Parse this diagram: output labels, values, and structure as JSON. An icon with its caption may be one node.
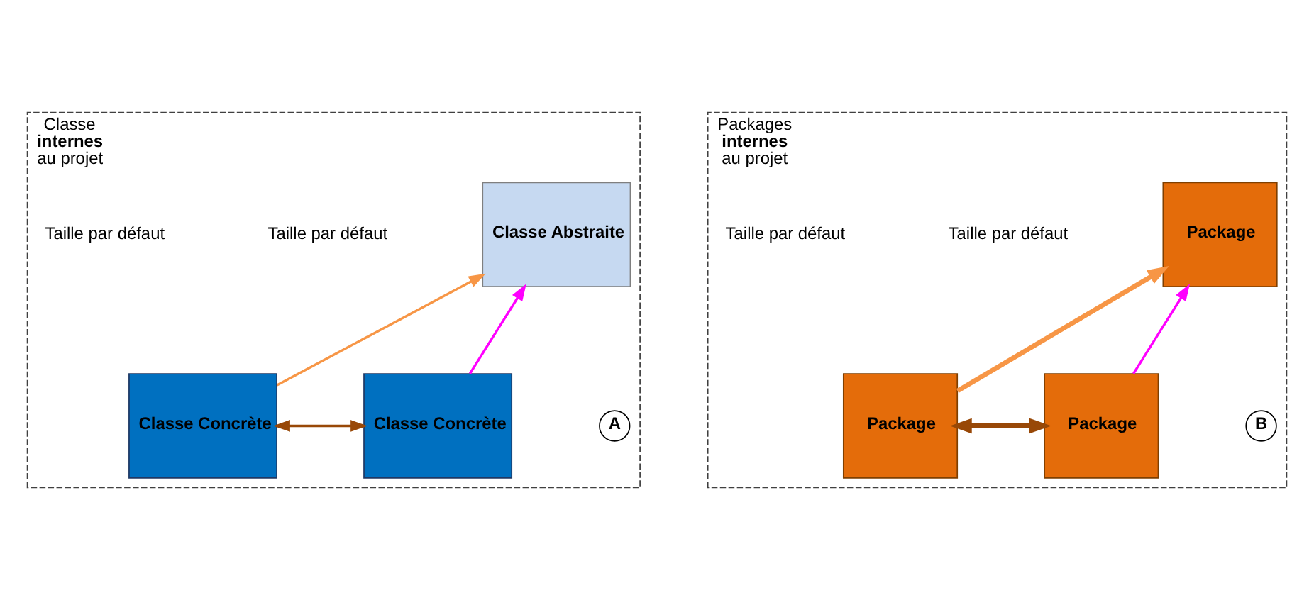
{
  "diagram": {
    "nodes": [
      {
        "text": [
          "Classe **internes** au projet"
        ]
      },
      {
        "text": [
          "A"
        ],
        "in": 0
      },
      {
        "text": [
          "Classe Abstraite"
        ],
        "in": 0
      },
      {
        "text": [
          "Classe Concrète"
        ],
        "in": 0
      },
      {
        "text": [
          "Classe Concrète"
        ],
        "in": 0
      },
      {
        "text": [
          "Packages **internes** au projet"
        ]
      },
      {
        "text": [
          "B"
        ],
        "in": 5
      },
      {
        "text": [
          "Package"
        ],
        "in": 5
      },
      {
        "text": [
          "Package"
        ],
        "in": 5
      },
      {
        "text": [
          "Package"
        ],
        "in": 5
      }
    ],
    "edges": [
      {
        "from": 3,
        "to": 2,
        "arrow": "to",
        "color": "#ff00ff"
      },
      {
        "from": 4,
        "to": 2,
        "arrow": "to",
        "color": "#f79646"
      },
      {
        "from": 3,
        "to": 4,
        "arrow": "both",
        "color": "#984807"
      },
      {
        "from": 8,
        "to": 7,
        "arrow": "to",
        "color": "#ff00ff"
      },
      {
        "from": 9,
        "to": 7,
        "arrow": "to",
        "style": "thick",
        "color": "#f79646"
      },
      {
        "from": 8,
        "to": 9,
        "arrow": "both",
        "style": "thick",
        "color": "#984807"
      }
    ],
    "labels": [
      "Taille par défaut",
      "Taille par défaut",
      "Taille par défaut",
      "Taille par défaut"
    ]
  }
}
